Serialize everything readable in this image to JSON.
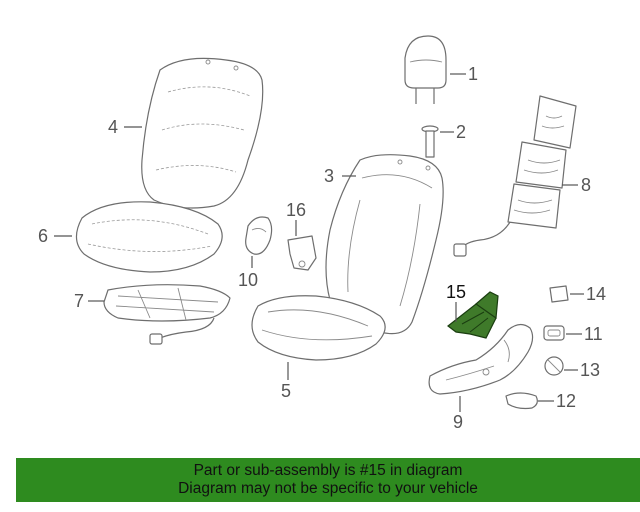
{
  "callouts": {
    "c1": "1",
    "c2": "2",
    "c3": "3",
    "c4": "4",
    "c5": "5",
    "c6": "6",
    "c7": "7",
    "c8": "8",
    "c9": "9",
    "c10": "10",
    "c11": "11",
    "c12": "12",
    "c13": "13",
    "c14": "14",
    "c15": "15",
    "c16": "16"
  },
  "highlight_part": "15",
  "colors": {
    "banner": "#2e8b1f",
    "highlight": "#3f7a2a",
    "line": "#6e6e6e"
  },
  "banner": {
    "line1": "Part or sub-assembly is #15 in diagram",
    "line2": "Diagram may not be specific to your vehicle"
  }
}
